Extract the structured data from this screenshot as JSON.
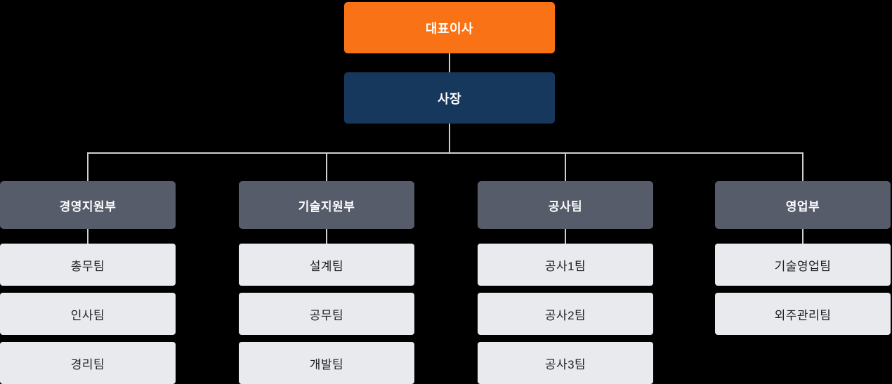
{
  "org_chart": {
    "root": {
      "label": "대표이사"
    },
    "president": {
      "label": "사장"
    },
    "departments": [
      {
        "label": "경영지원부",
        "teams": [
          "총무팀",
          "인사팀",
          "경리팀"
        ]
      },
      {
        "label": "기술지원부",
        "teams": [
          "설계팀",
          "공무팀",
          "개발팀"
        ]
      },
      {
        "label": "공사팀",
        "teams": [
          "공사1팀",
          "공사2팀",
          "공사3팀"
        ]
      },
      {
        "label": "영업부",
        "teams": [
          "기술영업팀",
          "외주관리팀"
        ]
      }
    ]
  },
  "colors": {
    "background": "#000000",
    "root_bg": "#f97316",
    "president_bg": "#16385d",
    "department_bg": "#575c6b",
    "team_bg": "#e8eaed",
    "team_text": "#1c1e22",
    "node_text": "#ffffff",
    "connector": "#cfcfcf"
  }
}
